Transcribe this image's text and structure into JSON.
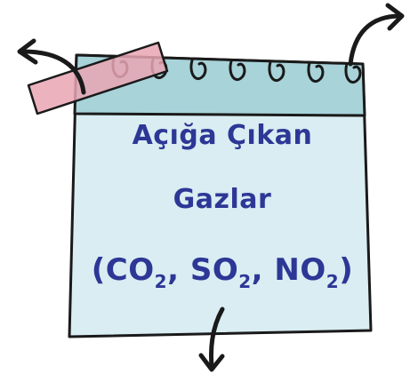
{
  "note": {
    "title_line1": "Açığa Çıkan",
    "title_line2": "Gazlar",
    "formulas": [
      {
        "base": "CO",
        "sub": "2",
        "sep": ","
      },
      {
        "base": "SO",
        "sub": "2",
        "sep": ","
      },
      {
        "base": "NO",
        "sub": "2",
        "sep": ""
      }
    ]
  },
  "colors": {
    "note_body": "#d9edf2",
    "note_header": "#a7d3d9",
    "outline": "#1a1a1a",
    "tape": "#e9a6b4",
    "text": "#2d3796"
  }
}
